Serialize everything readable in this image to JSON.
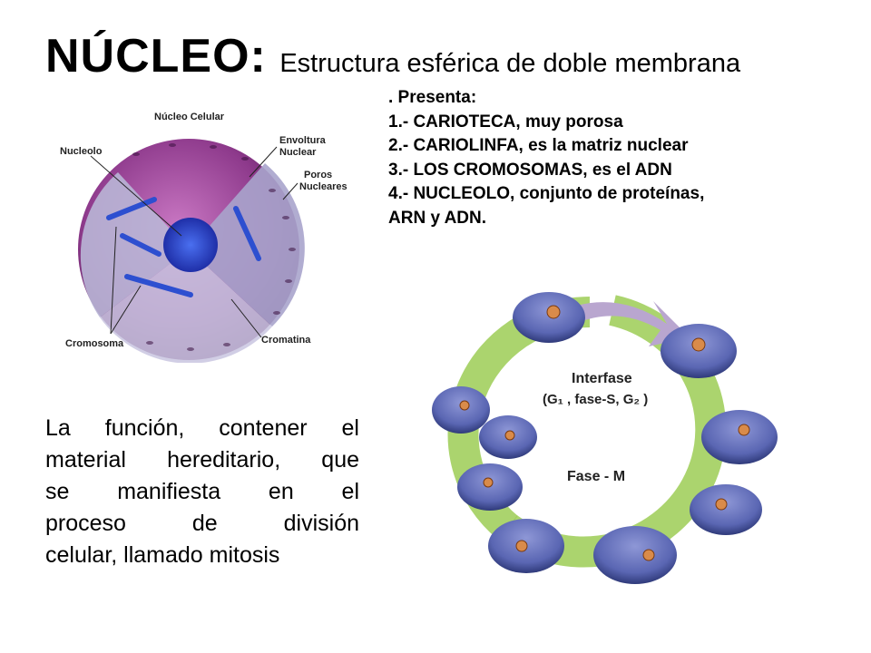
{
  "title": {
    "main": "NÚCLEO:",
    "subtitle": "Estructura esférica de doble  membrana"
  },
  "presenta": {
    "heading": ".  Presenta:",
    "items": [
      "1.- CARIOTECA, muy  porosa",
      "2.- CARIOLINFA, es la matriz nuclear",
      "3.- LOS CROMOSOMAS, es el ADN",
      "4.- NUCLEOLO, conjunto de proteínas,",
      "ARN  y  ADN."
    ]
  },
  "function_text": [
    "La función, contener el",
    "material hereditario, que",
    "se manifiesta en el",
    "proceso de división",
    "celular, llamado mitosis"
  ],
  "nucleus_diagram": {
    "title": "Núcleo Celular",
    "labels": {
      "nucleolo": "Nucleolo",
      "envoltura_1": "Envoltura",
      "envoltura_2": "Nuclear",
      "poros_1": "Poros",
      "poros_2": "Nucleares",
      "cromosoma": "Cromosoma",
      "cromatina": "Cromatina"
    },
    "colors": {
      "membrane": "#8e3a8c",
      "membrane_dark": "#5e1f60",
      "interior": "#b9b6d6",
      "chromatin": "#2d4fd0"
    }
  },
  "cycle_diagram": {
    "interfase_1": "Interfase",
    "interfase_2": "(G₁ , fase-S, G₂ )",
    "fase_m": "Fase - M",
    "colors": {
      "arrow_green": "#9ccc55",
      "arrow_purple": "#b9a6cf",
      "cell": "#5a66b3",
      "cell_dark": "#2f3a7a"
    }
  }
}
